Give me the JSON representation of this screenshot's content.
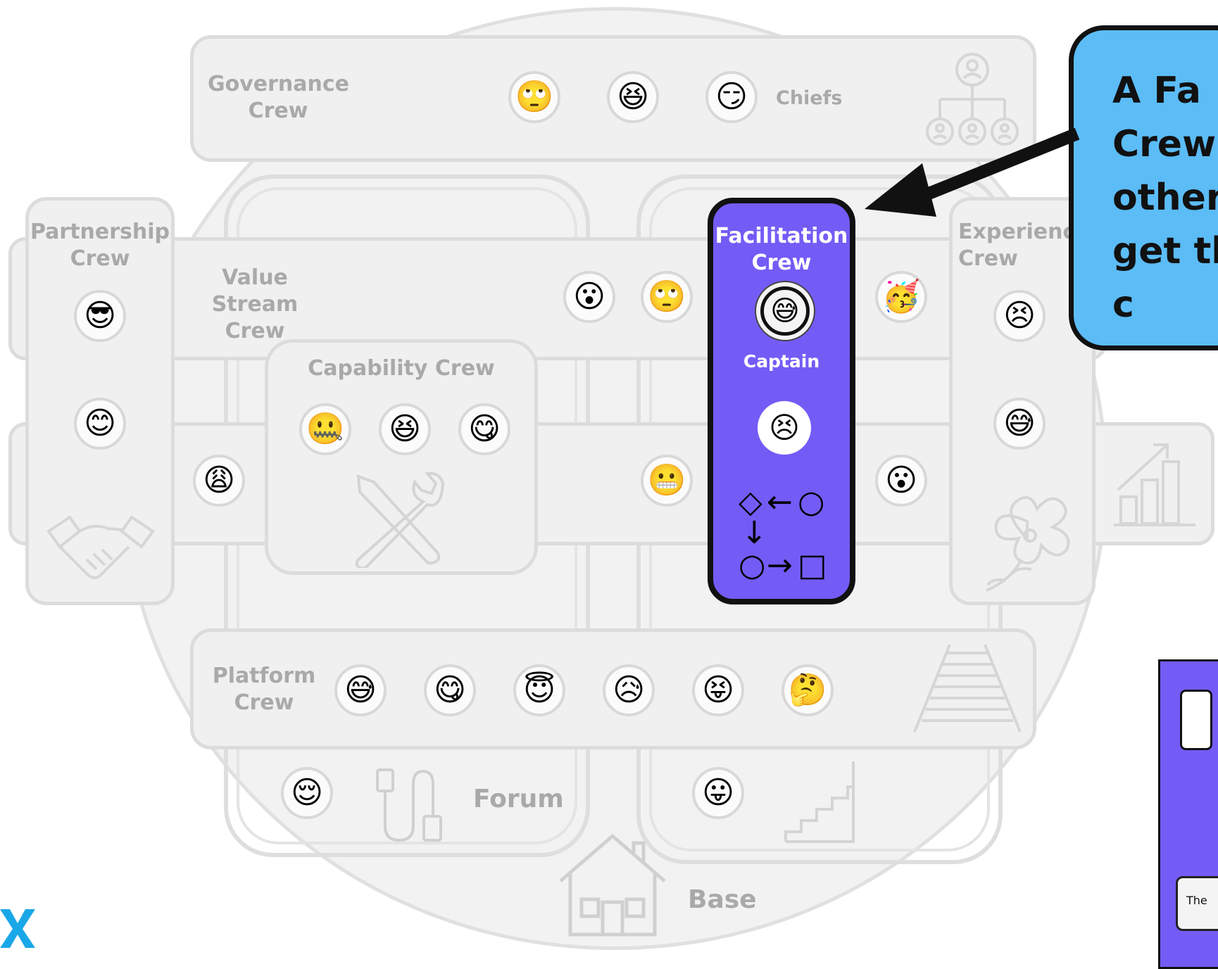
{
  "crews": {
    "governance": {
      "title": "Governance\nCrew",
      "role_label": "Chiefs",
      "members": [
        "🙄",
        "😆",
        "😏"
      ]
    },
    "partnership": {
      "title": "Partnership\nCrew",
      "members": [
        "😎",
        "😊"
      ]
    },
    "value_stream": {
      "title": "Value Stream\nCrew",
      "members": [
        "😮",
        "🙄",
        "🥳",
        "😩"
      ]
    },
    "capability": {
      "title": "Capability Crew",
      "members": [
        "🤐",
        "😆",
        "😋"
      ]
    },
    "facilitation": {
      "title": "Facilitation\nCrew",
      "captain_label": "Captain",
      "members": [
        "😅",
        "😣"
      ],
      "workflow_symbols": [
        "◇",
        "←",
        "○",
        "↓",
        "○",
        "→",
        "□"
      ]
    },
    "experience": {
      "title": "Experienc\nCrew",
      "members": [
        "😣",
        "😅"
      ]
    },
    "right_row": {
      "members": [
        "😬",
        "😮"
      ]
    },
    "platform": {
      "title": "Platform\nCrew",
      "members": [
        "😅",
        "😋",
        "😇",
        "😥",
        "😝",
        "🤔"
      ]
    },
    "forum": {
      "title": "Forum",
      "members": [
        "😌"
      ]
    },
    "stairs_group": {
      "members": [
        "😛"
      ]
    },
    "base": {
      "title": "Base"
    }
  },
  "callout": {
    "text": "A Fa\nCrew\nother\nget th\nc"
  },
  "snippet": {
    "text": "The"
  },
  "colors": {
    "facilitation_bg": "#735cf6",
    "callout_bg": "#5cbcf6",
    "panel_bg": "#f0f0f0",
    "muted_text": "#a9a9a9",
    "logo": "#1aa7e8"
  }
}
